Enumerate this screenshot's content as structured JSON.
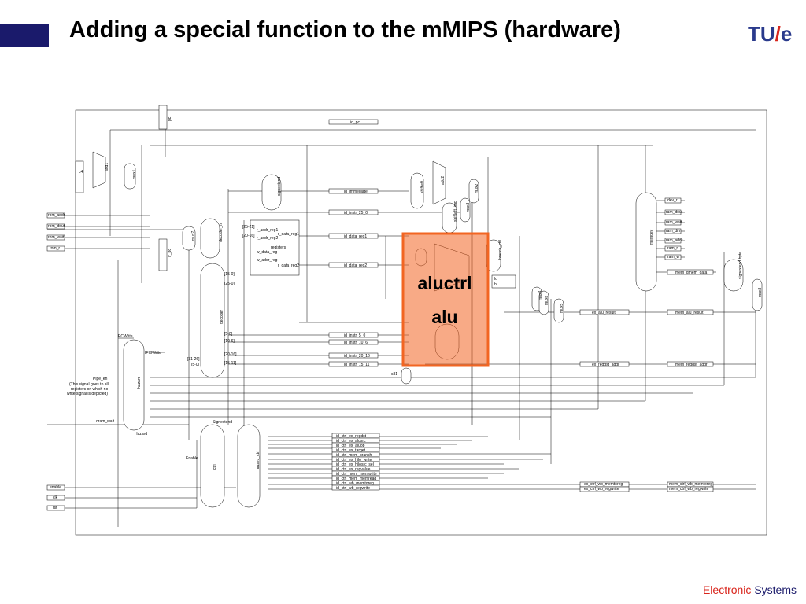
{
  "title": "Adding a special function to the mMIPS (hardware)",
  "logo": {
    "text_a": "TU",
    "slash": "/",
    "text_b": "e"
  },
  "footer": {
    "part1": "Electronic",
    "part2": "Systems"
  },
  "highlight": {
    "line1": "aluctrl",
    "line2": "alu",
    "color": "#f26522"
  },
  "colors": {
    "accent": "#1a1a6b",
    "brand_red": "#d9251c",
    "highlight": "#f26522"
  },
  "blocks": {
    "pc": "pc",
    "add1": "add1",
    "mux1": "mux1",
    "ir_pc": "ir_pc",
    "mux7": "mux7",
    "decoder_rs": "decoder_rs",
    "ir_instr": "ir_instr",
    "decoder": "decoder",
    "hazard": "hazard",
    "ctrl": "ctrl",
    "hazard_ctrl": "hazard_ctrl",
    "signextend": "signextend",
    "shiftleft": "shiftleft",
    "add2": "add2",
    "shiftleft_j": "shiftleft_jmp",
    "mux3": "mux3",
    "mux2": "mux2",
    "aluctrl": "aluctrl",
    "alu": "alu",
    "branch_ctrl": "branch_ctrl",
    "mux4": "mux4",
    "mux5": "mux5",
    "mux6": "mux6",
    "memdev": "memdev",
    "signextend2": "signextend byte",
    "mux8": "mux8"
  },
  "ports_left": {
    "rom_addr": "rom_addr",
    "rom_dout": "rom_dout",
    "rom_wait": "rom_wait",
    "rom_r": "rom_r",
    "dram_wait": "dram_wait",
    "enable": "enable",
    "clk": "clk",
    "rst": "rst"
  },
  "ports_right": {
    "dev_r": "dev_r",
    "ram_dout": "ram_dout",
    "ram_wait": "ram_wait",
    "ram_din": "ram_din",
    "ram_addr": "ram_addr",
    "ram_r": "ram_r",
    "ram_w": "ram_w"
  },
  "registers_block": {
    "r_addr_reg1": "r_addr_reg1",
    "r_data_reg1": "r_data_reg1",
    "r_addr_reg2": "r_addr_reg2",
    "registers": "registers",
    "w_data_reg": "w_data_reg",
    "w_addr_reg": "w_addr_reg",
    "r_data_reg2": "r_data_reg2"
  },
  "pipeline_regs": {
    "id_pc": "id_pc",
    "id_immediate": "id_immediate",
    "id_instr_25_0": "id_instr_25_0",
    "id_data_reg1": "id_data_reg1",
    "id_data_reg2": "id_data_reg2",
    "id_instr_5_0": "id_instr_5_0",
    "id_instr_10_6": "id_instr_10_6",
    "id_instr_20_16": "id_instr_20_16",
    "id_instr_15_11": "id_instr_15_11",
    "ex_alu_result": "ex_alu_result",
    "mem_alu_result": "mem_alu_result",
    "ex_regdst_addr": "ex_regdst_addr",
    "mem_regdst_addr": "mem_regdst_addr",
    "mem_dmem_data": "mem_dmem_data"
  },
  "ctrl_regs": [
    "id_ctrl_ex_regdst",
    "id_ctrl_ex_alusrc",
    "id_ctrl_ex_aluop",
    "id_ctrl_ex_target",
    "id_ctrl_mem_branch",
    "id_ctrl_ex_hilo_write",
    "id_ctrl_ex_hilosrc_sel",
    "id_ctrl_ex_regvalue",
    "id_ctrl_mem_memwrite",
    "id_ctrl_mem_memread",
    "id_ctrl_wb_memtoreg",
    "id_ctrl_wb_regwrite"
  ],
  "ex_ctrl": [
    "ex_ctrl_wb_memtoreg",
    "ex_ctrl_wb_regwrite"
  ],
  "mem_ctrl": [
    "mem_ctrl_wb_memtoreg",
    "mem_ctrl_wb_regwrite"
  ],
  "bit_labels": {
    "b25_21": "[25-21]",
    "b20_16": "[20-16]",
    "b15_0": "[15-0]",
    "b25_0": "[25-0]",
    "b5_0": "[5-0]",
    "b10_6": "[10-6]",
    "b20_16b": "[20-16]",
    "b15_11": "[15-11]",
    "b31_26": "[31-26]",
    "b5_0b": "[5-0]"
  },
  "misc": {
    "c4": "c4",
    "c31": "c31",
    "pcwrite": "PCWrite",
    "ifidwrite": "IFIDWrite",
    "hazard_lbl": "Hazard",
    "enable_lbl": "Enable",
    "signextend_lbl": "Signextend",
    "pipe_en": "Pipe_en",
    "pipe_note1": "(This signal goes to all",
    "pipe_note2": "registers on which no",
    "pipe_note3": "write signal is depicted)",
    "lo": "lo",
    "hi": "hi"
  }
}
